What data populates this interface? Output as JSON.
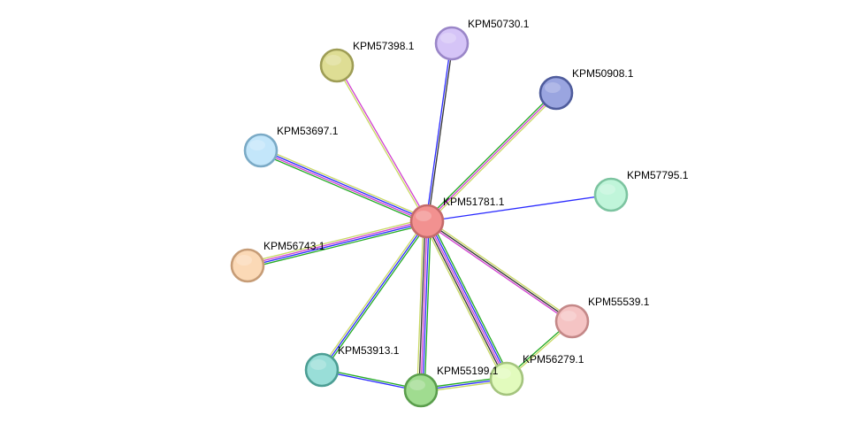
{
  "network": {
    "nodes": [
      {
        "id": "KPM51781.1",
        "fill": "#f29190",
        "stroke": "#c46a6a"
      },
      {
        "id": "KPM50730.1",
        "fill": "#d5c4f7",
        "stroke": "#9a86c8"
      },
      {
        "id": "KPM57398.1",
        "fill": "#dedd94",
        "stroke": "#9e9d55"
      },
      {
        "id": "KPM50908.1",
        "fill": "#9aa5e0",
        "stroke": "#4f5c9c"
      },
      {
        "id": "KPM53697.1",
        "fill": "#c3e6fa",
        "stroke": "#7aaac6"
      },
      {
        "id": "KPM57795.1",
        "fill": "#c0f5da",
        "stroke": "#7cc4a0"
      },
      {
        "id": "KPM56743.1",
        "fill": "#fbd9b6",
        "stroke": "#c69c76"
      },
      {
        "id": "KPM55539.1",
        "fill": "#f5c4c4",
        "stroke": "#c48888"
      },
      {
        "id": "KPM53913.1",
        "fill": "#99ded8",
        "stroke": "#4c9e94"
      },
      {
        "id": "KPM56279.1",
        "fill": "#e2fbbd",
        "stroke": "#a4c47e"
      },
      {
        "id": "KPM55199.1",
        "fill": "#a0dc90",
        "stroke": "#5a9e4c"
      }
    ],
    "edges": [
      {
        "source": "KPM51781.1",
        "target": "KPM50730.1",
        "colors": [
          "#2a2aff",
          "#333333"
        ]
      },
      {
        "source": "KPM51781.1",
        "target": "KPM57398.1",
        "colors": [
          "#c8d862",
          "#d040d0"
        ]
      },
      {
        "source": "KPM51781.1",
        "target": "KPM50908.1",
        "colors": [
          "#22aa22",
          "#d040d0",
          "#c8d862"
        ]
      },
      {
        "source": "KPM51781.1",
        "target": "KPM53697.1",
        "colors": [
          "#22aa22",
          "#d040d0",
          "#2a2aff",
          "#c8d862"
        ]
      },
      {
        "source": "KPM51781.1",
        "target": "KPM57795.1",
        "colors": [
          "#2a2aff"
        ]
      },
      {
        "source": "KPM51781.1",
        "target": "KPM56743.1",
        "colors": [
          "#22aa22",
          "#2a2aff",
          "#d040d0",
          "#c8d862"
        ]
      },
      {
        "source": "KPM51781.1",
        "target": "KPM55539.1",
        "colors": [
          "#c8d862",
          "#333333",
          "#d040d0"
        ]
      },
      {
        "source": "KPM51781.1",
        "target": "KPM53913.1",
        "colors": [
          "#22aa22",
          "#2a2aff",
          "#c8d862"
        ]
      },
      {
        "source": "KPM51781.1",
        "target": "KPM56279.1",
        "colors": [
          "#22aa22",
          "#2a2aff",
          "#d040d0",
          "#333333",
          "#c8d862"
        ]
      },
      {
        "source": "KPM51781.1",
        "target": "KPM55199.1",
        "colors": [
          "#22aa22",
          "#2a2aff",
          "#d040d0",
          "#333333",
          "#c8d862"
        ]
      },
      {
        "source": "KPM53913.1",
        "target": "KPM55199.1",
        "colors": [
          "#22aa22",
          "#2a2aff"
        ]
      },
      {
        "source": "KPM55199.1",
        "target": "KPM56279.1",
        "colors": [
          "#22aa22",
          "#2a2aff",
          "#c8d862"
        ]
      },
      {
        "source": "KPM56279.1",
        "target": "KPM55539.1",
        "colors": [
          "#22aa22",
          "#c8d862"
        ]
      }
    ]
  }
}
